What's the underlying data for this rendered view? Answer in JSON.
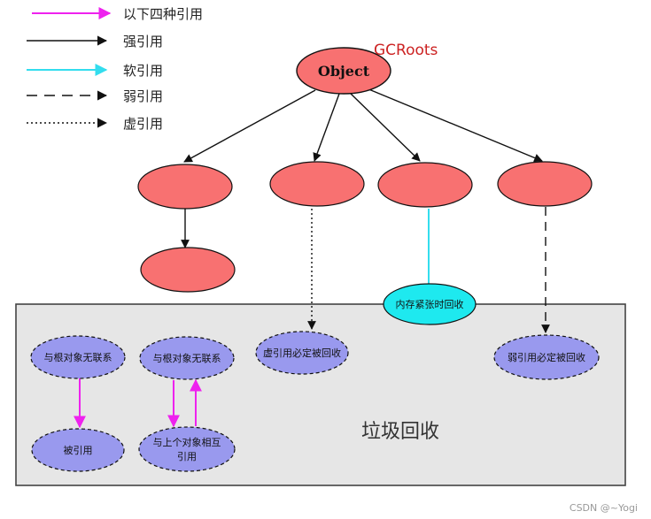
{
  "legend": {
    "items": [
      {
        "label": "以下四种引用",
        "style": "magenta"
      },
      {
        "label": "强引用",
        "style": "strong"
      },
      {
        "label": "软引用",
        "style": "soft"
      },
      {
        "label": "弱引用",
        "style": "weak"
      },
      {
        "label": "虚引用",
        "style": "phantom"
      }
    ]
  },
  "root": {
    "label": "Object",
    "annotation": "GCRoots"
  },
  "gc_area": {
    "title": "垃圾回收"
  },
  "nodes": {
    "soft_collect": "内存紧张时回收",
    "gc_isolated_1": "与根对象无联系",
    "gc_referenced": "被引用",
    "gc_isolated_2": "与根对象无联系",
    "gc_mutual": [
      "与上个对象相互",
      "引用"
    ],
    "gc_phantom": "虚引用必定被回收",
    "gc_weak": "弱引用必定被回收"
  },
  "watermark": "CSDN @~Yogi",
  "colors": {
    "node_fill": "#f87171",
    "gc_node_fill": "#9999ee",
    "soft_fill": "#1ee9ef",
    "gc_area_fill": "#e6e6e6",
    "magenta": "#ee22ee",
    "cyan": "#33ddee",
    "root_label": "#cc2222",
    "watermark": "#999999"
  }
}
